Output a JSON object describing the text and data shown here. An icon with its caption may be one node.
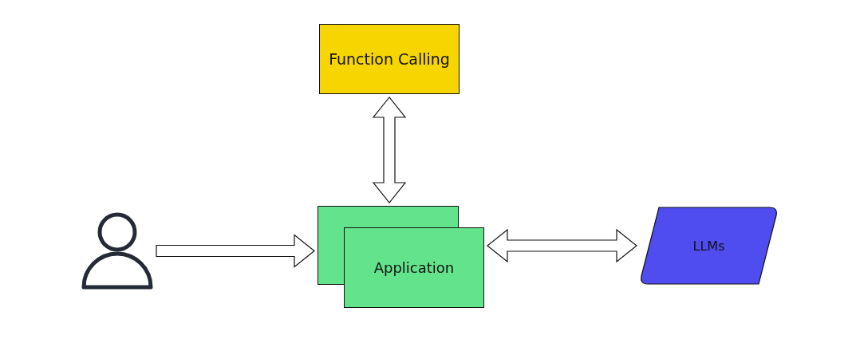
{
  "diagram": {
    "nodes": [
      {
        "text": [
          "Function Calling"
        ]
      },
      {
        "text": [],
        "shape": "person"
      },
      {
        "text": [
          "Application"
        ]
      },
      {
        "text": [
          "LLMs"
        ]
      }
    ],
    "edges": [
      {
        "from": 0,
        "to": 2,
        "arrow": "both"
      },
      {
        "from": 1,
        "to": 2,
        "arrow": "to"
      },
      {
        "from": 2,
        "to": 3,
        "arrow": "both"
      }
    ]
  }
}
